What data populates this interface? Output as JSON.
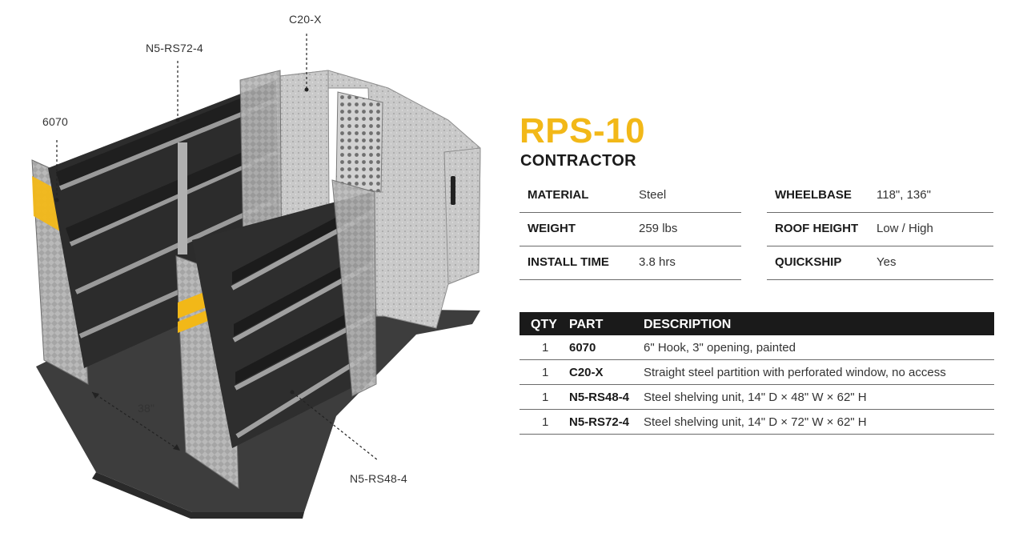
{
  "callouts": {
    "c20x": "C20-X",
    "n5rs72": "N5-RS72-4",
    "hook": "6070",
    "n5rs48": "N5-RS48-4",
    "aisle": "38\""
  },
  "header": {
    "code": "RPS-10",
    "subtitle": "CONTRACTOR"
  },
  "specs": {
    "material": {
      "label": "MATERIAL",
      "value": "Steel"
    },
    "weight": {
      "label": "WEIGHT",
      "value": "259 lbs"
    },
    "install_time": {
      "label": "INSTALL TIME",
      "value": "3.8 hrs"
    },
    "wheelbase": {
      "label": "WHEELBASE",
      "value": "118\", 136\""
    },
    "roof_height": {
      "label": "ROOF HEIGHT",
      "value": "Low / High"
    },
    "quickship": {
      "label": "QUICKSHIP",
      "value": "Yes"
    }
  },
  "parts": {
    "headers": {
      "qty": "QTY",
      "part": "PART",
      "description": "DESCRIPTION"
    },
    "rows": [
      {
        "qty": "1",
        "part": "6070",
        "description": "6\" Hook, 3\" opening, painted"
      },
      {
        "qty": "1",
        "part": "C20-X",
        "description": "Straight steel partition with perforated window, no access"
      },
      {
        "qty": "1",
        "part": "N5-RS48-4",
        "description": "Steel shelving unit, 14\" D × 48\" W × 62\" H"
      },
      {
        "qty": "1",
        "part": "N5-RS72-4",
        "description": "Steel shelving unit, 14\" D × 72\" W × 62\" H"
      }
    ]
  },
  "colors": {
    "accent": "#f2b818",
    "dark": "#1a1a1a",
    "rule": "#6b6b6b"
  }
}
